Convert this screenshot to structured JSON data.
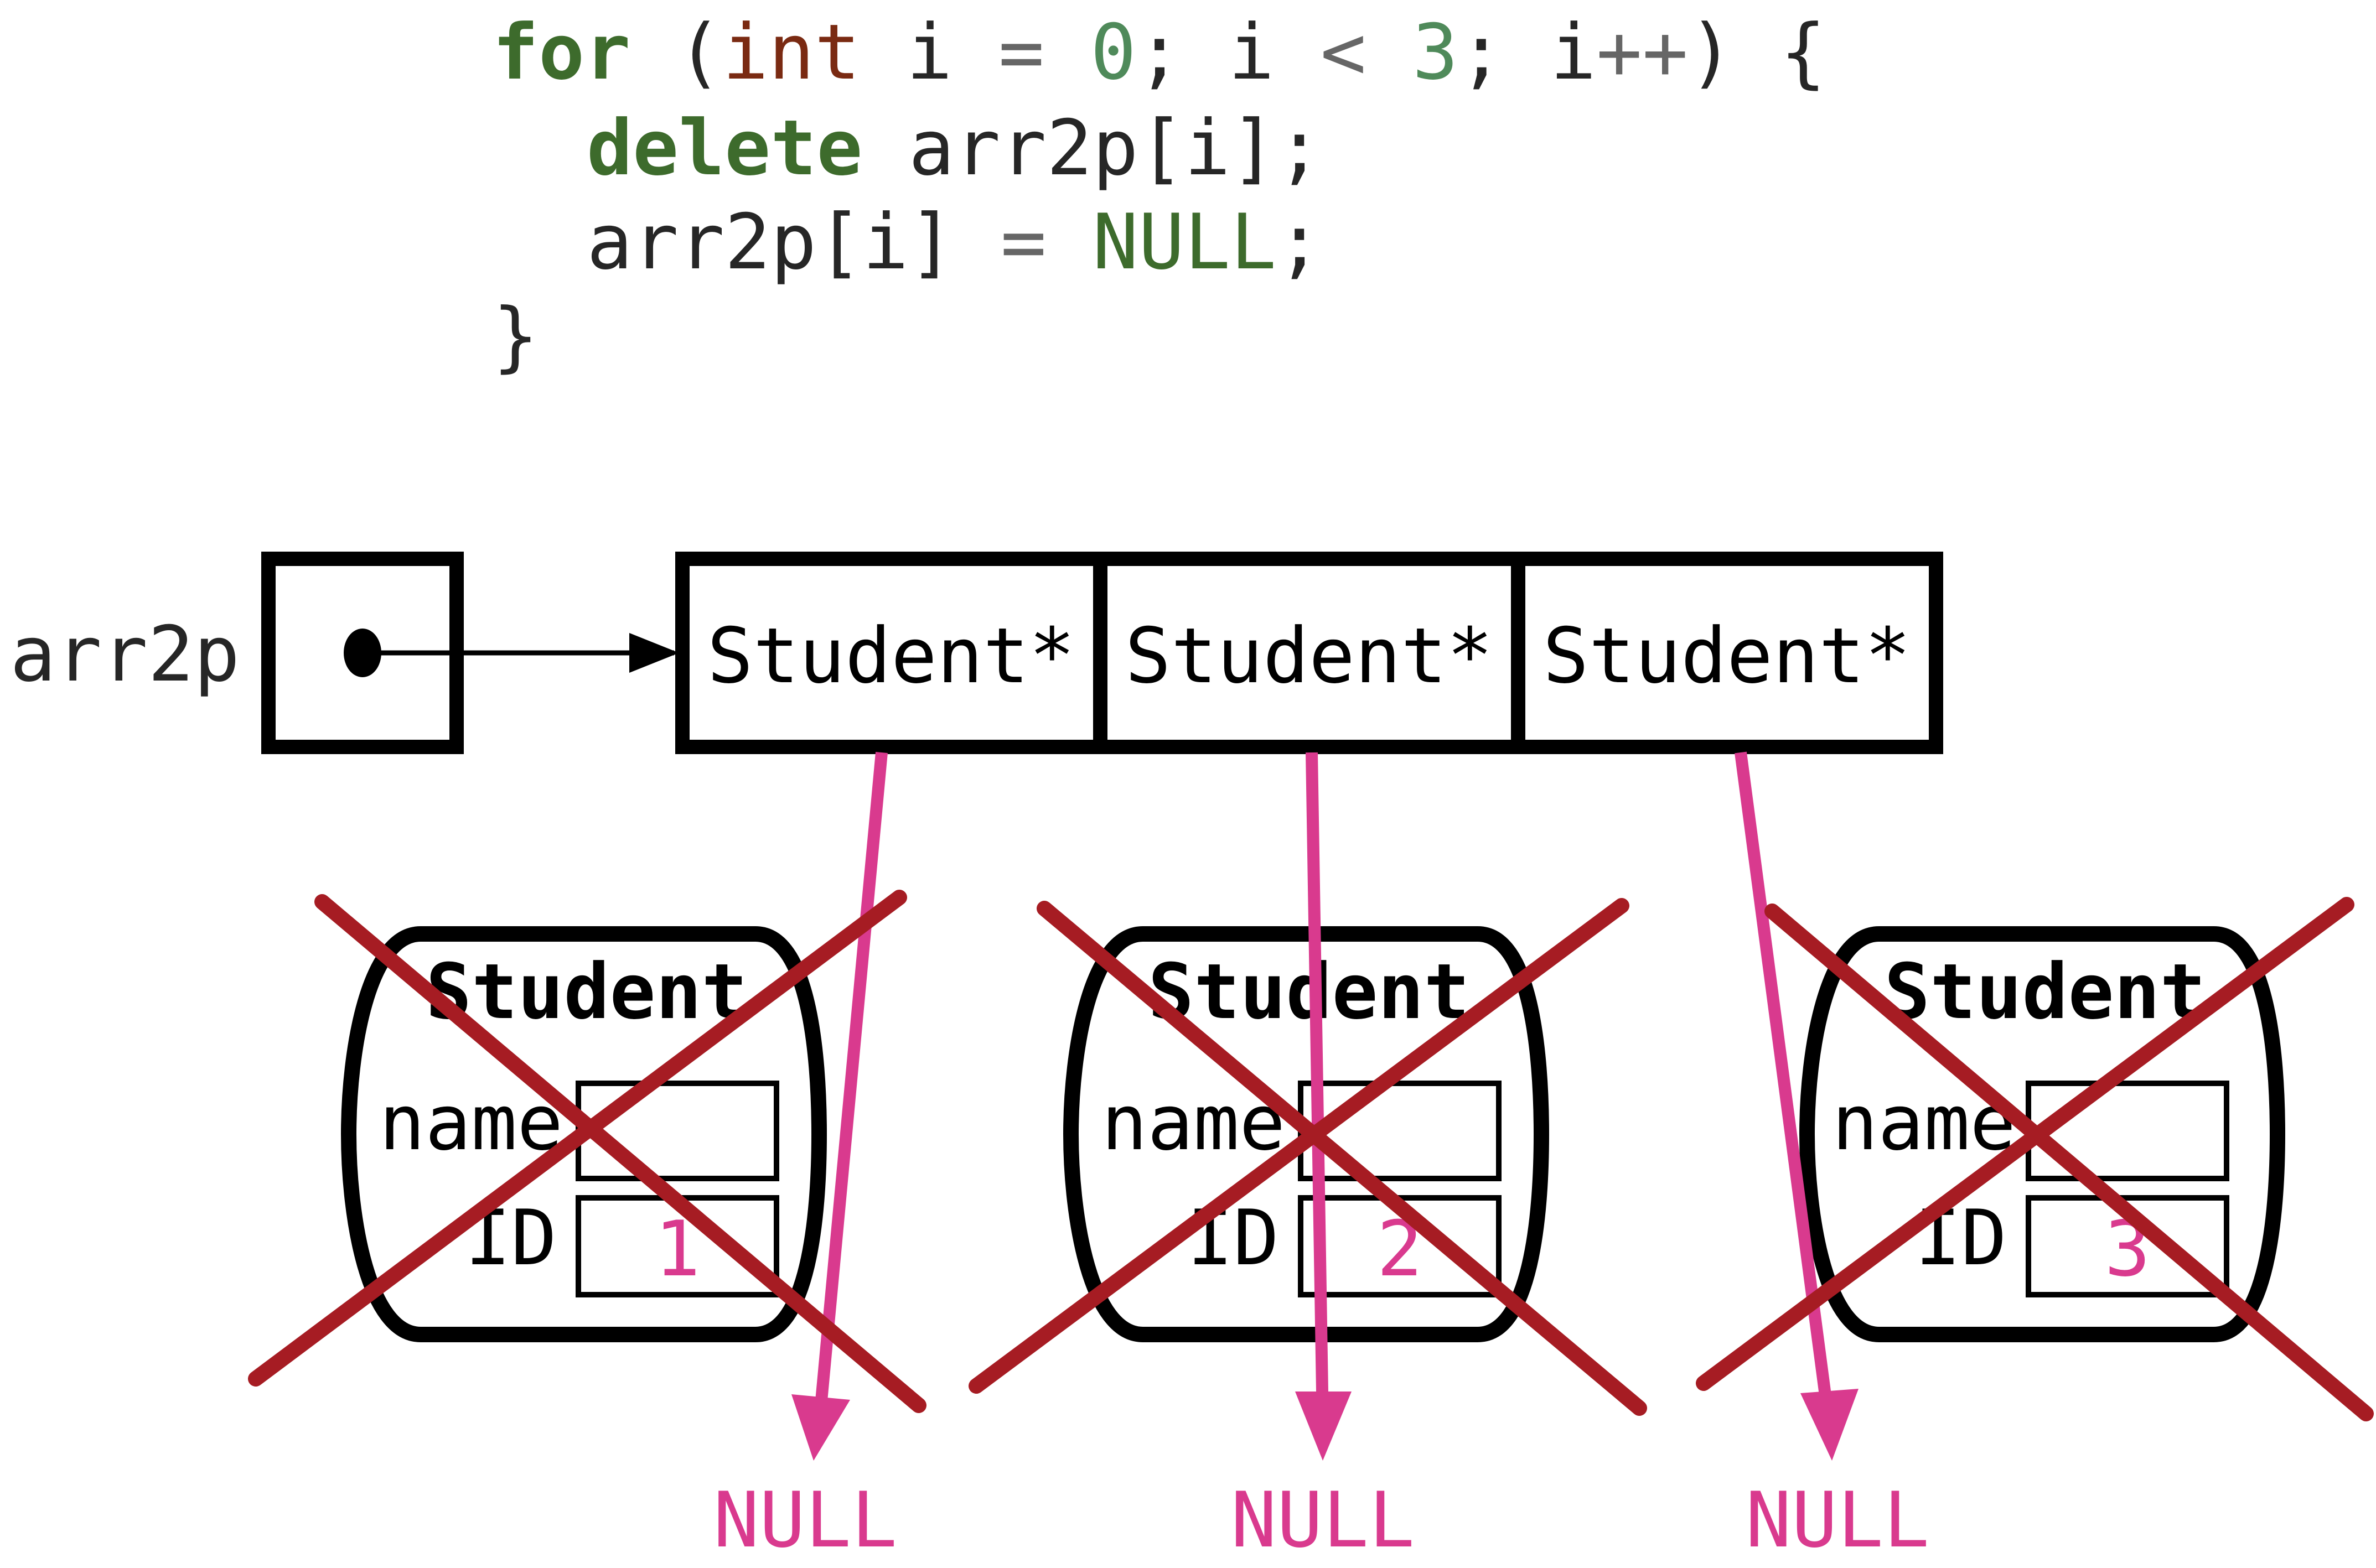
{
  "colors": {
    "keyword": "#3d6b2c",
    "type": "#7a2a12",
    "number": "#4f8a5a",
    "operator": "#666666",
    "text": "#262626",
    "box": "#000000",
    "pointer": "#d93a8e",
    "cross": "#a61c23"
  },
  "code": {
    "line1": {
      "kw_for": "for",
      "paren_open": " (",
      "type_int": "int",
      "decl": " i ",
      "op_eq": "=",
      "space": " ",
      "zero": "0",
      "semi_i": "; i ",
      "op_lt": "<",
      "space2": " ",
      "three": "3",
      "semi_i2": "; i",
      "op_inc": "++",
      "close": ") {"
    },
    "line2": {
      "kw_delete": "delete",
      "stmt": " arr2p[i];"
    },
    "line3": {
      "lhs": "arr2p[i] ",
      "op_eq": "=",
      "space": " ",
      "null_kw": "NULL",
      "semi": ";"
    },
    "line4": {
      "brace": "}"
    }
  },
  "diagram": {
    "pointer_var_label": "arr2p",
    "array_cells": [
      "Student*",
      "Student*",
      "Student*"
    ],
    "student_title": "Student",
    "name_field_label": "name",
    "id_field_label": "ID",
    "students": [
      {
        "name_value": "",
        "id_value": "1"
      },
      {
        "name_value": "",
        "id_value": "2"
      },
      {
        "name_value": "",
        "id_value": "3"
      }
    ],
    "null_labels": [
      "NULL",
      "NULL",
      "NULL"
    ]
  }
}
